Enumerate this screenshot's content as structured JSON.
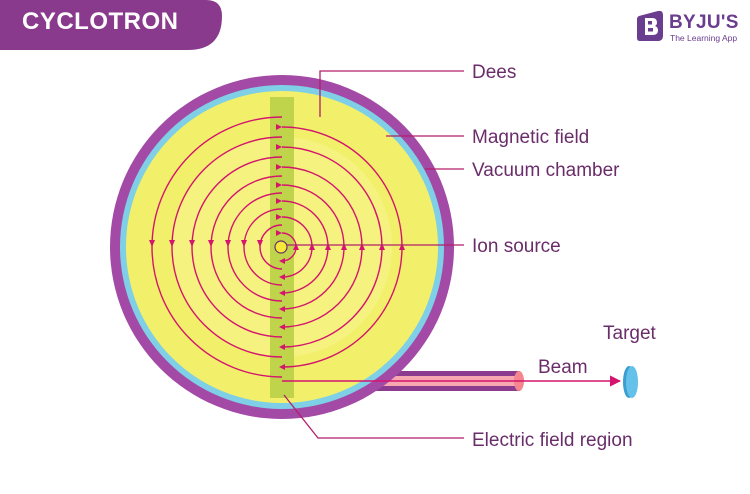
{
  "title": "CYCLOTRON",
  "logo": {
    "name": "BYJU'S",
    "tagline": "The Learning App",
    "icon": "byjus-b-logo-icon"
  },
  "labels": {
    "dees": "Dees",
    "magnetic_field": "Magnetic field",
    "vacuum_chamber": "Vacuum chamber",
    "ion_source": "Ion source",
    "electric_field_region": "Electric field region",
    "beam": "Beam",
    "target": "Target"
  },
  "colors": {
    "banner": "#8a3a8c",
    "chamber": "#a24aa6",
    "magnetic_ring": "#7fd0e6",
    "dees": "#f2f06a",
    "gap": "#bfd44a",
    "spiral": "#d4146e",
    "leader": "#b21e6a",
    "text": "#6a2d6a",
    "beam_tube": "#8b3c8e",
    "beam_core": "#f7a7b0",
    "target": "#64c1ea"
  }
}
